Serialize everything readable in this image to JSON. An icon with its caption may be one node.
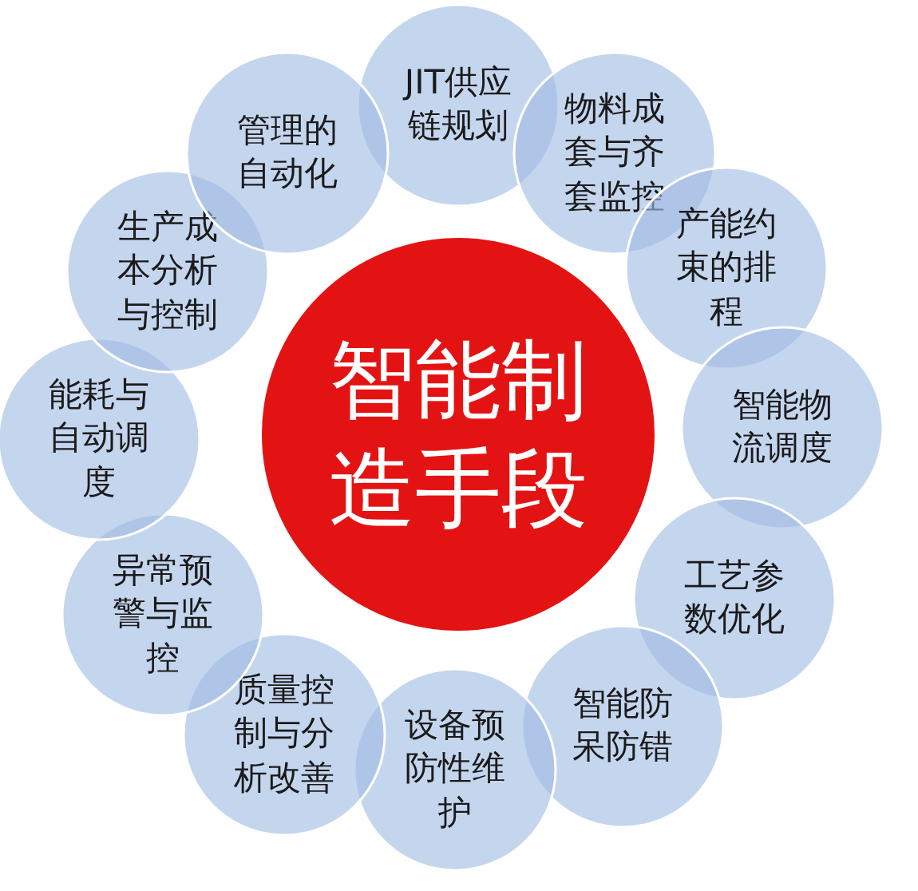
{
  "diagram": {
    "nodes": [
      {
        "text": [
          "智能制造手段"
        ]
      },
      {
        "text": [
          "JIT供应链规划"
        ]
      },
      {
        "text": [
          "物料成套与齐套监控"
        ]
      },
      {
        "text": [
          "产能约束的排程"
        ]
      },
      {
        "text": [
          "智能物流调度"
        ]
      },
      {
        "text": [
          "工艺参数优化"
        ]
      },
      {
        "text": [
          "智能防呆防错"
        ]
      },
      {
        "text": [
          "设备预防性维护"
        ]
      },
      {
        "text": [
          "质量控制与分析改善"
        ]
      },
      {
        "text": [
          "异常预警与监控"
        ]
      },
      {
        "text": [
          "能耗与自动调度"
        ]
      },
      {
        "text": [
          "生产成本分析与控制"
        ]
      },
      {
        "text": [
          "管理的自动化"
        ]
      }
    ]
  }
}
